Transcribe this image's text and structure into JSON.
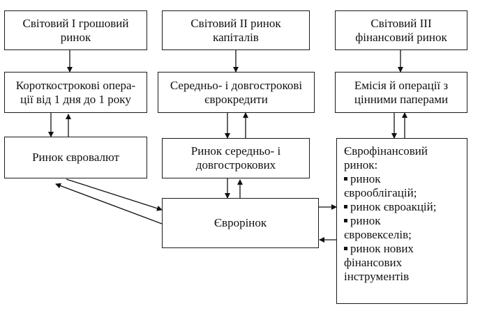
{
  "diagram": {
    "top_row": [
      "Світовий І грошовий\nринок",
      "Світовий II ринок\nкапіталів",
      "Світовий III\nфінансовий ринок"
    ],
    "second_row": [
      "Короткострокові опера-\nції від 1 дня до 1 року",
      "Середньо- і довгострокові\nєврокредити",
      "Емісія й операції з\nцінними паперами"
    ],
    "third_row": [
      "Ринок євровалют",
      "Ринок середньо- і\nдовгострокових"
    ],
    "center": "Єврорінок",
    "finance_box": {
      "title": "Єврофінансовий\nринок:",
      "items": [
        "ринок\nєврооблігацій;",
        "ринок євроакцій;",
        "ринок\nєвровекселів;",
        "ринок нових\nфінансових\nінструментів"
      ]
    }
  }
}
